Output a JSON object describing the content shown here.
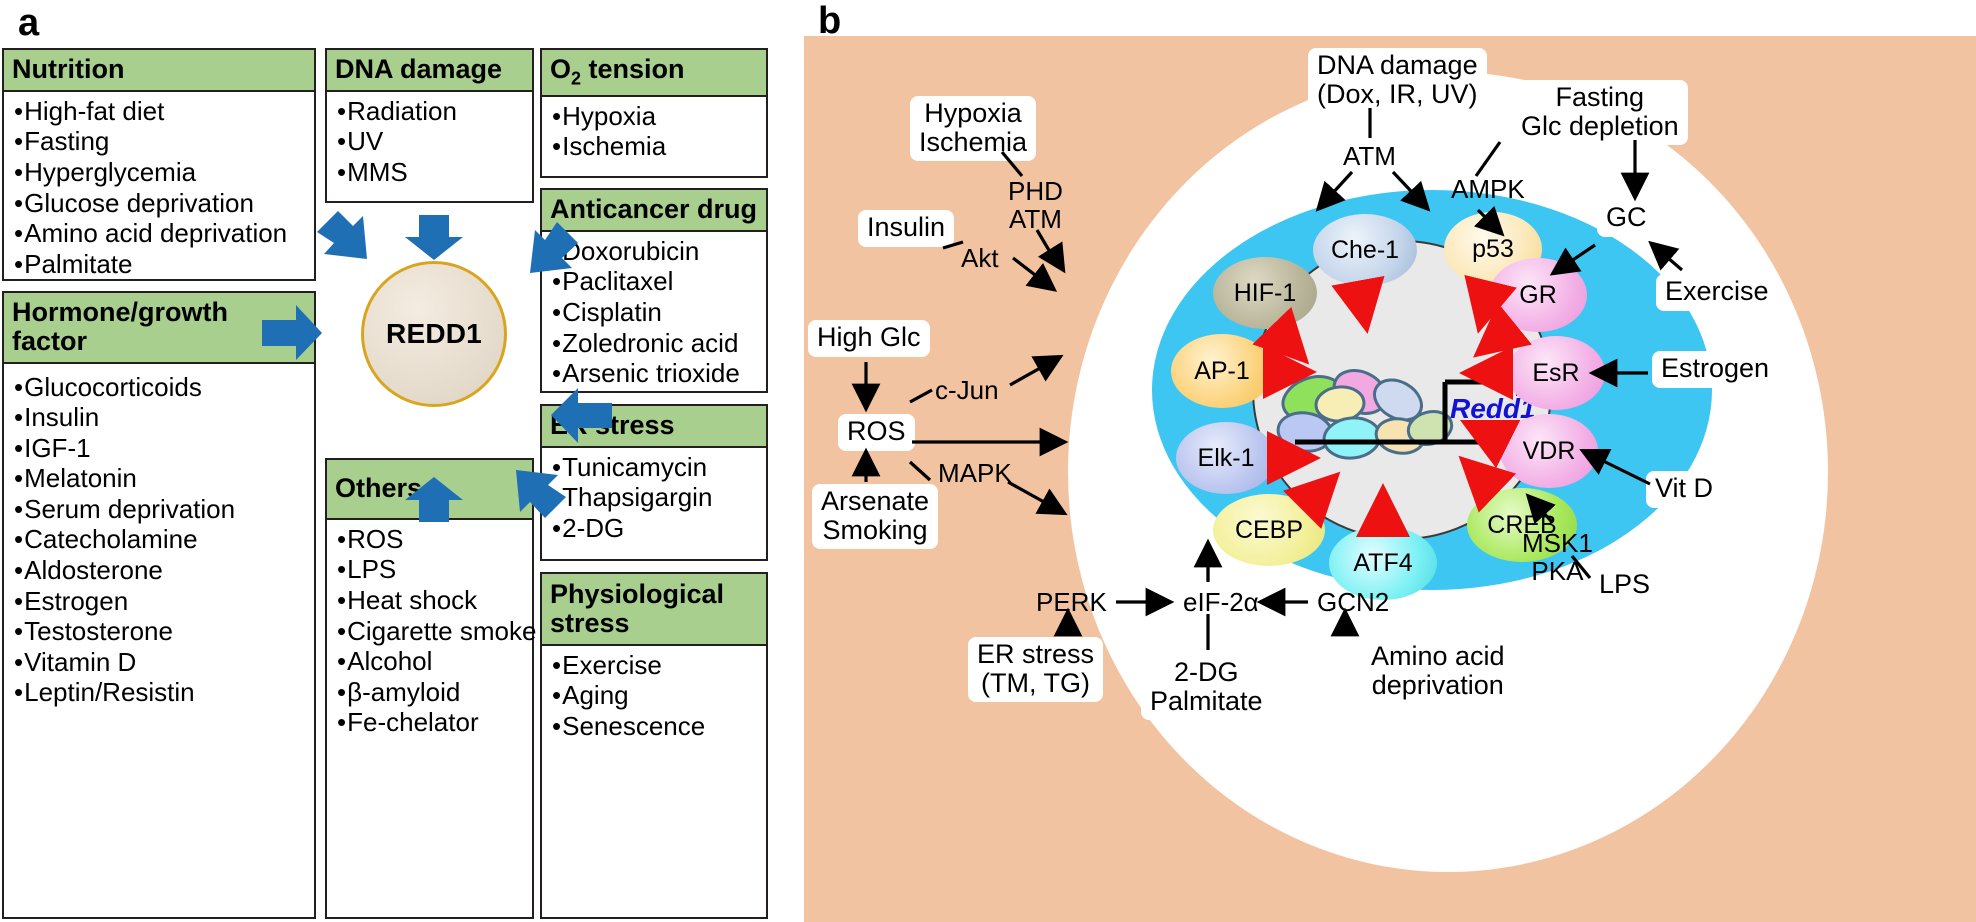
{
  "panels": {
    "a": {
      "letter": "a",
      "hub": "REDD1",
      "categories": [
        {
          "title": "Nutrition",
          "items": [
            "High-fat diet",
            "Fasting",
            "Hyperglycemia",
            "Glucose deprivation",
            "Amino acid deprivation",
            "Palmitate"
          ]
        },
        {
          "title": "Hormone/growth factor",
          "items": [
            "Glucocorticoids",
            "Insulin",
            "IGF-1",
            "Melatonin",
            "Serum deprivation",
            "Catecholamine",
            "Aldosterone",
            "Estrogen",
            "Testosterone",
            "Vitamin D",
            "Leptin/Resistin"
          ]
        },
        {
          "title": "DNA damage",
          "items": [
            "Radiation",
            "UV",
            "MMS"
          ]
        },
        {
          "title": "Others",
          "items": [
            "ROS",
            "LPS",
            "Heat shock",
            "Cigarette smoke",
            "Alcohol",
            "β-amyloid",
            "Fe-chelator"
          ]
        },
        {
          "title": "O2 tension",
          "title_main": "O",
          "title_sub": "2",
          "title_rest": " tension",
          "items": [
            "Hypoxia",
            "Ischemia"
          ]
        },
        {
          "title": "Anticancer  drug",
          "items": [
            "Doxorubicin",
            "Paclitaxel",
            "Cisplatin",
            "Zoledronic acid",
            "Arsenic trioxide"
          ]
        },
        {
          "title": "ER stress",
          "items": [
            "Tunicamycin",
            "Thapsigargin",
            "2-DG"
          ]
        },
        {
          "title": "Physiological stress",
          "items": [
            "Exercise",
            "Aging",
            "Senescence"
          ]
        }
      ]
    },
    "b": {
      "letter": "b",
      "gene": "Redd1",
      "transcription_factors": [
        {
          "name": "Che-1",
          "color": "#c3d4ea"
        },
        {
          "name": "p53",
          "color": "#fbe8b8"
        },
        {
          "name": "HIF-1",
          "color": "#b9b59a"
        },
        {
          "name": "AP-1",
          "color": "#fbd27a"
        },
        {
          "name": "Elk-1",
          "color": "#b9c4ef"
        },
        {
          "name": "CEBP",
          "color": "#f3f09a"
        },
        {
          "name": "ATF4",
          "color": "#7df1f4"
        },
        {
          "name": "CREB",
          "color": "#a8e85c"
        },
        {
          "name": "VDR",
          "color": "#f3b0e6"
        },
        {
          "name": "EsR",
          "color": "#f3b0e6"
        },
        {
          "name": "GR",
          "color": "#f3b0e6"
        }
      ],
      "stimulus_boxes": [
        {
          "id": "dna-damage",
          "text": "DNA damage\n(Dox, IR, UV)"
        },
        {
          "id": "hypoxia-ischemia",
          "text": "Hypoxia\nIschemia"
        },
        {
          "id": "insulin",
          "text": "Insulin"
        },
        {
          "id": "high-glc",
          "text": "High Glc"
        },
        {
          "id": "ros",
          "text": "ROS"
        },
        {
          "id": "arsenate-smoking",
          "text": "Arsenate\nSmoking"
        },
        {
          "id": "er-stress",
          "text": "ER stress\n(TM, TG)"
        },
        {
          "id": "2dg-palmitate",
          "text": "2-DG\nPalmitate"
        },
        {
          "id": "amino-acid-deprivation",
          "text": "Amino acid\ndeprivation"
        },
        {
          "id": "lps",
          "text": "LPS"
        },
        {
          "id": "vit-d",
          "text": "Vit D"
        },
        {
          "id": "estrogen",
          "text": "Estrogen"
        },
        {
          "id": "exercise",
          "text": "Exercise"
        },
        {
          "id": "gc",
          "text": "GC"
        },
        {
          "id": "fasting-glc",
          "text": "Fasting\nGlc depletion"
        }
      ],
      "mediators": [
        {
          "id": "atm",
          "text": "ATM"
        },
        {
          "id": "ampk",
          "text": "AMPK"
        },
        {
          "id": "phd-atm",
          "text": "PHD\nATM"
        },
        {
          "id": "akt",
          "text": "Akt"
        },
        {
          "id": "c-jun",
          "text": "c-Jun"
        },
        {
          "id": "mapk",
          "text": "MAPK"
        },
        {
          "id": "perk",
          "text": "PERK"
        },
        {
          "id": "eif2a",
          "text": "eIF-2α"
        },
        {
          "id": "gcn2",
          "text": "GCN2"
        },
        {
          "id": "msk1-pka",
          "text": "MSK1\nPKA"
        }
      ]
    }
  },
  "texts": {
    "a_letter": "a",
    "b_letter": "b",
    "hub": "REDD1",
    "nutrition_title": "Nutrition",
    "nutrition_1": "High-fat diet",
    "nutrition_2": "Fasting",
    "nutrition_3": "Hyperglycemia",
    "nutrition_4": "Glucose deprivation",
    "nutrition_5": "Amino acid deprivation",
    "nutrition_6": "Palmitate",
    "hormone_title": "Hormone/growth factor",
    "hormone_1": "Glucocorticoids",
    "hormone_2": "Insulin",
    "hormone_3": "IGF-1",
    "hormone_4": "Melatonin",
    "hormone_5": "Serum deprivation",
    "hormone_6": "Catecholamine",
    "hormone_7": "Aldosterone",
    "hormone_8": "Estrogen",
    "hormone_9": "Testosterone",
    "hormone_10": "Vitamin D",
    "hormone_11": "Leptin/Resistin",
    "dna_title": "DNA damage",
    "dna_1": "Radiation",
    "dna_2": "UV",
    "dna_3": "MMS",
    "others_title": "Others",
    "others_1": "ROS",
    "others_2": "LPS",
    "others_3": "Heat shock",
    "others_4": "Cigarette smoke",
    "others_5": "Alcohol",
    "others_6": "β-amyloid",
    "others_7": "Fe-chelator",
    "o2_title_main": "O",
    "o2_title_sub": "2",
    "o2_title_rest": " tension",
    "o2_1": "Hypoxia",
    "o2_2": "Ischemia",
    "drug_title": "Anticancer  drug",
    "drug_1": "Doxorubicin",
    "drug_2": "Paclitaxel",
    "drug_3": "Cisplatin",
    "drug_4": "Zoledronic acid",
    "drug_5": "Arsenic trioxide",
    "er_title": "ER stress",
    "er_1": "Tunicamycin",
    "er_2": "Thapsigargin",
    "er_3": "2-DG",
    "phys_title_1": "Physiological",
    "phys_title_2": "stress",
    "phys_1": "Exercise",
    "phys_2": "Aging",
    "phys_3": "Senescence",
    "b_dna_l1": "DNA damage",
    "b_dna_l2": "(Dox, IR, UV)",
    "b_hypoxia_l1": "Hypoxia",
    "b_hypoxia_l2": "Ischemia",
    "b_insulin": "Insulin",
    "b_highglc": "High Glc",
    "b_ros": "ROS",
    "b_arsenate_l1": "Arsenate",
    "b_arsenate_l2": "Smoking",
    "b_erstress_l1": "ER stress",
    "b_erstress_l2": "(TM, TG)",
    "b_2dg_l1": "2-DG",
    "b_2dg_l2": "Palmitate",
    "b_aa_l1": "Amino acid",
    "b_aa_l2": "deprivation",
    "b_lps": "LPS",
    "b_vitd": "Vit D",
    "b_estrogen": "Estrogen",
    "b_exercise": "Exercise",
    "b_gc": "GC",
    "b_fasting_l1": "Fasting",
    "b_fasting_l2": "Glc depletion",
    "b_atm": "ATM",
    "b_ampk": "AMPK",
    "b_phd": "PHD",
    "b_phd2": "ATM",
    "b_akt": "Akt",
    "b_cjun": "c-Jun",
    "b_mapk": "MAPK",
    "b_perk": "PERK",
    "b_eif2a": "eIF-2α",
    "b_gcn2": "GCN2",
    "b_msk1": "MSK1",
    "b_pka": "PKA",
    "tf_che1": "Che-1",
    "tf_p53": "p53",
    "tf_hif1": "HIF-1",
    "tf_ap1": "AP-1",
    "tf_elk1": "Elk-1",
    "tf_cebp": "CEBP",
    "tf_atf4": "ATF4",
    "tf_creb": "CREB",
    "tf_vdr": "VDR",
    "tf_esr": "EsR",
    "tf_gr": "GR",
    "b_gene": "Redd1"
  },
  "colors": {
    "header_green": "#a8cf8e",
    "panel_b_bg": "#f1c3a0",
    "cytoplasm_blue": "#3dc6f2",
    "nucleus_gray": "#e9e9e9",
    "arrow_blue": "#1f6fb4",
    "arrow_red": "#ee1111",
    "gene_blue": "#1212d6",
    "hub_gold": "#d9a520"
  }
}
